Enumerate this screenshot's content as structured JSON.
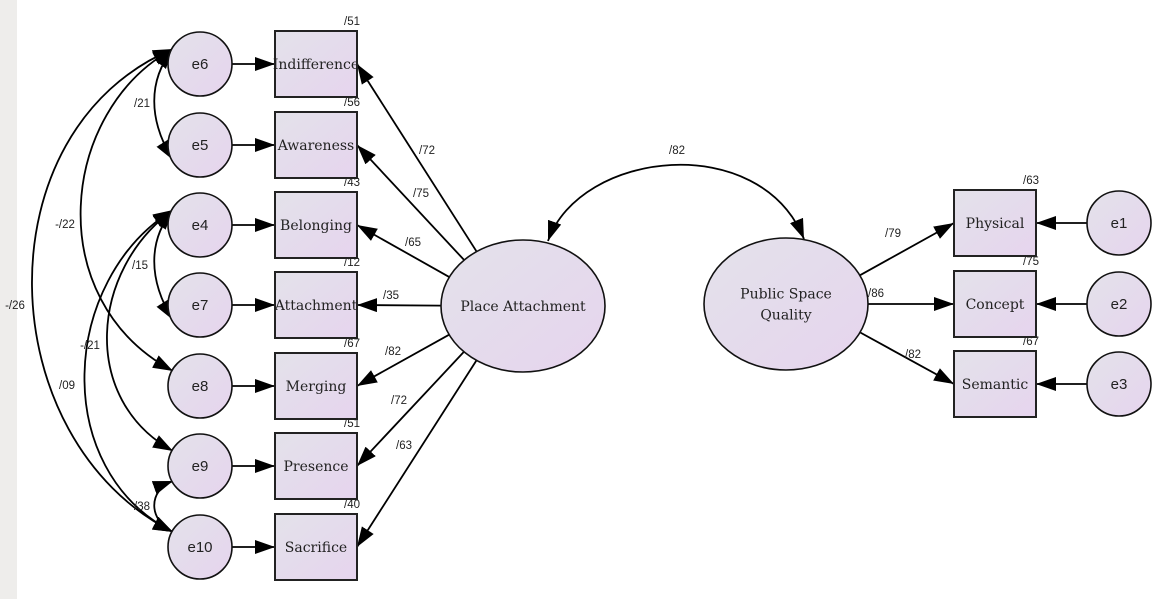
{
  "title": "SEM Path Diagram: Place Attachment and Public Space Quality",
  "colors": {
    "node_fill_start": "#e3e2ea",
    "node_fill_end": "#e6d4ee",
    "stroke": "#000000",
    "margin_strip": "#eeedeb"
  },
  "latents": [
    {
      "id": "PA",
      "label": "Place Attachment",
      "lines": [
        "Place Attachment"
      ]
    },
    {
      "id": "PSQ",
      "label": "Public Space Quality",
      "lines": [
        "Public Space",
        "Quality"
      ]
    }
  ],
  "latent_correlation": {
    "from": "PA",
    "to": "PSQ",
    "value": "/82"
  },
  "pa_indicators": [
    {
      "id": "Indifference",
      "label": "Indifference",
      "r2": "/51",
      "loading": "/72",
      "error": "e6"
    },
    {
      "id": "Awareness",
      "label": "Awareness",
      "r2": "/56",
      "loading": "/75",
      "error": "e5"
    },
    {
      "id": "Belonging",
      "label": "Belonging",
      "r2": "/43",
      "loading": "/65",
      "error": "e4"
    },
    {
      "id": "Attachment",
      "label": "Attachment",
      "r2": "/12",
      "loading": "/35",
      "error": "e7"
    },
    {
      "id": "Merging",
      "label": "Merging",
      "r2": "/67",
      "loading": "/82",
      "error": "e8"
    },
    {
      "id": "Presence",
      "label": "Presence",
      "r2": "/51",
      "loading": "/72",
      "error": "e9"
    },
    {
      "id": "Sacrifice",
      "label": "Sacrifice",
      "r2": "/40",
      "loading": "/63",
      "error": "e10"
    }
  ],
  "psq_indicators": [
    {
      "id": "Physical",
      "label": "Physical",
      "r2": "/63",
      "loading": "/79",
      "error": "e1"
    },
    {
      "id": "Concept",
      "label": "Concept",
      "r2": "/75",
      "loading": "/86",
      "error": "e2"
    },
    {
      "id": "Semantic",
      "label": "Semantic",
      "r2": "/67",
      "loading": "/82",
      "error": "e3"
    }
  ],
  "error_covariances": [
    {
      "from": "e6",
      "to": "e5",
      "value": "/21"
    },
    {
      "from": "e6",
      "to": "e8",
      "value": "-/22"
    },
    {
      "from": "e6",
      "to": "e10",
      "value": "-/26"
    },
    {
      "from": "e4",
      "to": "e7",
      "value": "/15"
    },
    {
      "from": "e4",
      "to": "e9",
      "value": "-/21"
    },
    {
      "from": "e4",
      "to": "e10",
      "value": "/09"
    },
    {
      "from": "e9",
      "to": "e10",
      "value": "/38"
    }
  ]
}
